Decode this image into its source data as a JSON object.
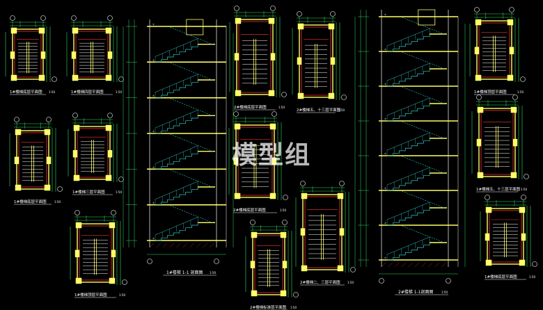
{
  "watermark": "模型组",
  "colors": {
    "background": "#000000",
    "wall": "#ffff66",
    "dim": "#33dd66",
    "stair": "#33cccc",
    "text": "#ffffff",
    "accent": "#ff3333"
  },
  "plans": [
    {
      "id": "p1",
      "label": "1#楼梯底层平面图",
      "scale": "1:50"
    },
    {
      "id": "p2",
      "label": "1#楼梯四层平面图",
      "scale": "1:50"
    },
    {
      "id": "p3",
      "label": "1#楼梯底层平面图",
      "scale": "1:50"
    },
    {
      "id": "p4",
      "label": "1#楼梯三层平面图",
      "scale": "1:50"
    },
    {
      "id": "p5",
      "label": "1#楼梯顶层平面图",
      "scale": "1:50"
    },
    {
      "id": "p6",
      "label": "2#楼梯底层平面图",
      "scale": "1:50"
    },
    {
      "id": "p7",
      "label": "2#楼梯五、十三层平面图",
      "scale": "1:50"
    },
    {
      "id": "p8",
      "label": "2#楼梯底层平面图",
      "scale": "1:50"
    },
    {
      "id": "p9",
      "label": "2#楼梯标准层平面图",
      "scale": "1:50"
    },
    {
      "id": "p10",
      "label": "2#楼梯二、三层平面图",
      "scale": "1:50"
    },
    {
      "id": "p11",
      "label": "1#楼梯顶层平面图",
      "scale": "1:50"
    },
    {
      "id": "p12",
      "label": "1#楼梯五、十三层平面图",
      "scale": "1:50"
    },
    {
      "id": "p13",
      "label": "1#楼梯底层平面图",
      "scale": "1:50"
    }
  ],
  "sections": [
    {
      "id": "s1",
      "label": "1#楼梯 1-1 剖面图",
      "scale": "1:50"
    },
    {
      "id": "s2",
      "label": "2#楼梯 1-1剖面图",
      "scale": "1:50"
    }
  ]
}
